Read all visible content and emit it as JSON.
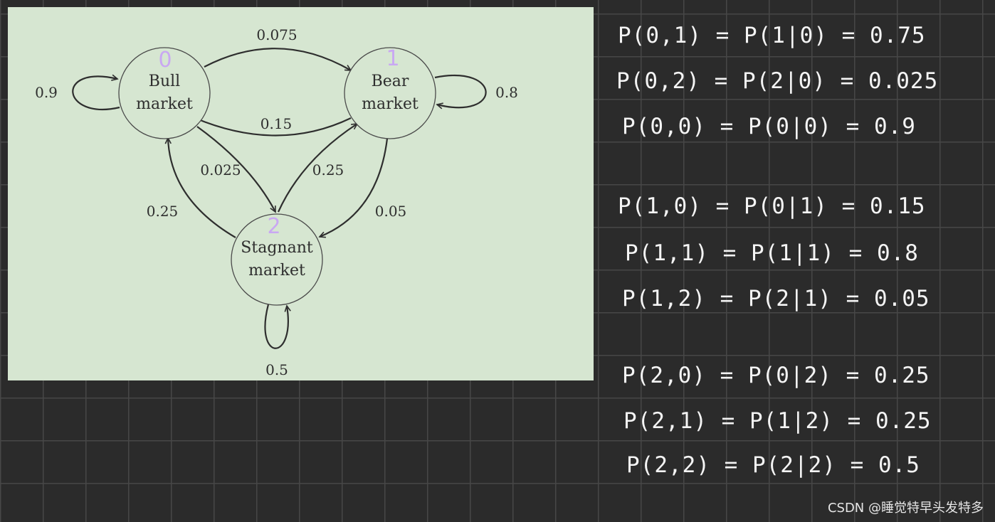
{
  "diagram": {
    "nodes": [
      {
        "id": "bull",
        "line1": "Bull",
        "line2": "market",
        "index": "0"
      },
      {
        "id": "bear",
        "line1": "Bear",
        "line2": "market",
        "index": "1"
      },
      {
        "id": "stagnant",
        "line1": "Stagnant",
        "line2": "market",
        "index": "2"
      }
    ],
    "edges": [
      {
        "from": "bull",
        "to": "bull",
        "label": "0.9"
      },
      {
        "from": "bull",
        "to": "bear",
        "label": "0.075"
      },
      {
        "from": "bull",
        "to": "stagnant",
        "label": "0.025"
      },
      {
        "from": "bear",
        "to": "bull",
        "label": "0.15"
      },
      {
        "from": "bear",
        "to": "bear",
        "label": "0.8"
      },
      {
        "from": "bear",
        "to": "stagnant",
        "label": "0.05"
      },
      {
        "from": "stagnant",
        "to": "bull",
        "label": "0.25"
      },
      {
        "from": "stagnant",
        "to": "bear",
        "label": "0.25"
      },
      {
        "from": "stagnant",
        "to": "stagnant",
        "label": "0.5"
      }
    ]
  },
  "notes": [
    "P(0,1) = P(1|0) = 0.75",
    "P(0,2) = P(2|0) = 0.025",
    "P(0,0) = P(0|0) = 0.9",
    "P(1,0) = P(0|1) = 0.15",
    "P(1,1) = P(1|1) = 0.8",
    "P(1,2) = P(2|1) = 0.05",
    "P(2,0) = P(0|2) = 0.25",
    "P(2,1) = P(1|2) = 0.25",
    "P(2,2) = P(2|2) = 0.5"
  ],
  "watermark": "CSDN @睡觉特早头发特多",
  "colors": {
    "page_background": "#2b2b2b",
    "grid_lines": "#474747",
    "panel_background": "#d6e6d1",
    "ink": "#2e2e2e",
    "index_highlight": "#c9a8f2",
    "handwriting": "#f4f4f4"
  }
}
